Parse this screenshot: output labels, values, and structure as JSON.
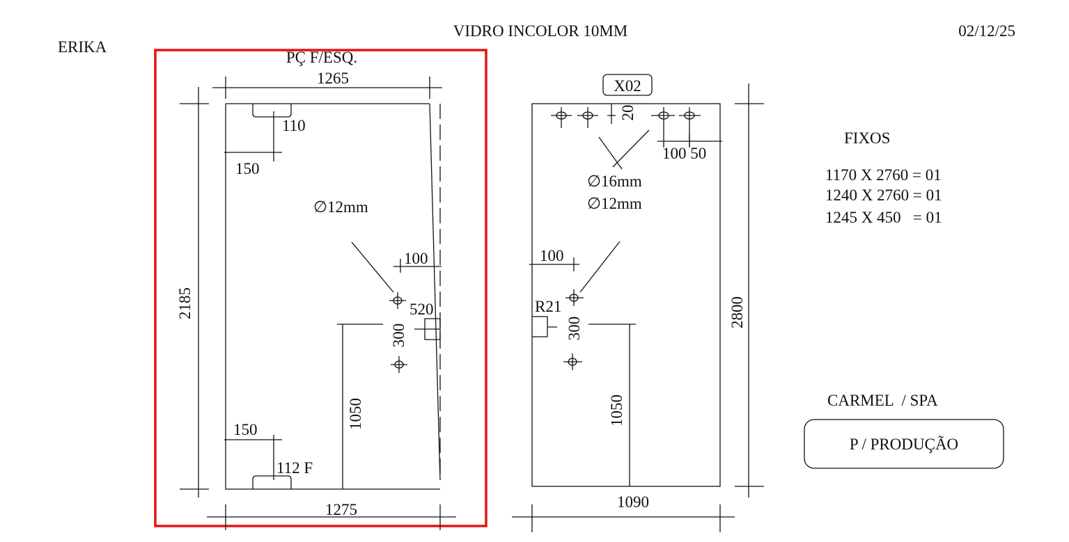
{
  "header": {
    "client": "ERIKA",
    "material": "VIDRO INCOLOR  10MM",
    "date": "02/12/25"
  },
  "colors": {
    "highlight": "#e81010",
    "ink": "#111111"
  },
  "left_piece": {
    "title": "PÇ F/ESQ.",
    "top_width": "1265",
    "bottom_width": "1275",
    "height": "2185",
    "notch_top": "110",
    "notch_top_offset": "150",
    "hole_diameter": "∅12mm",
    "hole_offset_edge": "100",
    "lock_offset": "520",
    "hole_spacing": "300",
    "hole_height": "1050",
    "notch_bottom_offset": "150",
    "notch_bottom": "112 F"
  },
  "right_piece": {
    "code": "X02",
    "top_offset": "20",
    "hole_spacing_label": "100 50",
    "hole_diameter_1": "∅16mm",
    "hole_diameter_2": "∅12mm",
    "hole_offset_edge": "100",
    "radius": "R21",
    "hole_spacing": "300",
    "hole_height": "1050",
    "height": "2800",
    "width": "1090"
  },
  "fixed_panels": {
    "title": "FIXOS",
    "items": [
      "1170 X 2760 = 01",
      "1240 X 2760 = 01",
      "1245 X 450   = 01"
    ]
  },
  "project": "CARMEL  / SPA",
  "status_label": "P / PRODUÇÃO"
}
